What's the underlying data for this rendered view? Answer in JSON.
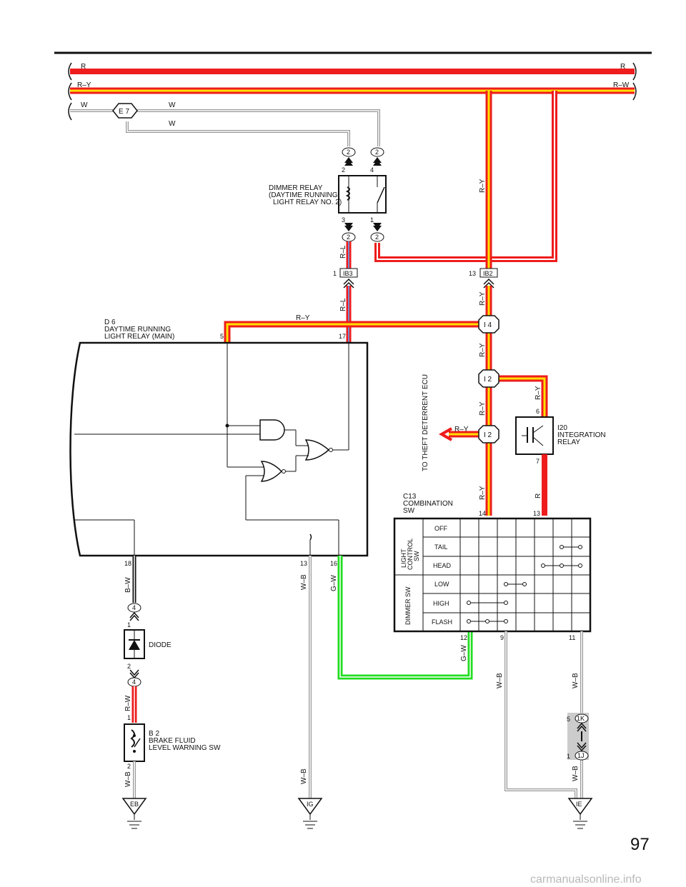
{
  "wires": {
    "r_left": "R",
    "r_right": "R",
    "ry_left": "R–Y",
    "rw_right": "R–W",
    "w_left": "W",
    "w_e7_right": "W",
    "w_lower": "W",
    "ry_vert_top": "R–Y",
    "ry_ib2_below": "R–Y",
    "ry_to_d6": "R–Y",
    "ry_i4_below": "R–Y",
    "ry_i2a_below": "R–Y",
    "ry_i2b_below": "R–Y",
    "ry_i20": "R–Y",
    "ry_theft": "R–Y",
    "r_i20": "R",
    "rl_upper": "R–L",
    "rl_lower": "R–L",
    "bw": "B–W",
    "rw_diode": "R–W",
    "wb_eb": "W–B",
    "wb_ig_top": "W–B",
    "wb_ig_bottom": "W–B",
    "gw_d6": "G–W",
    "gw_c13": "G–W",
    "wb_9": "W–B",
    "wb_11": "W–B",
    "wb_ie": "W–B"
  },
  "connectors": {
    "e7": "E 7",
    "relay_top_l": "2",
    "relay_top_r": "2",
    "relay_bot_l": "2",
    "relay_bot_r": "2",
    "ib3": "IB3",
    "ib2": "IB2",
    "i4": "I 4",
    "i2a": "I 2",
    "i2b": "I 2",
    "diode_top": "4",
    "diode_bot": "4",
    "c1k": "1K",
    "c1j": "1J"
  },
  "pins": {
    "relay_2": "2",
    "relay_4": "4",
    "relay_3": "3",
    "relay_1": "1",
    "ib3_1": "1",
    "ib2_13": "13",
    "d6_5": "5",
    "d6_17": "17",
    "d6_18": "18",
    "d6_13": "13",
    "d6_16": "16",
    "i20_6": "6",
    "i20_7": "7",
    "c13_14": "14",
    "c13_13": "13",
    "c13_12": "12",
    "c13_9": "9",
    "c13_11": "11",
    "diode_1": "1",
    "diode_2": "2",
    "b2_1": "1",
    "b2_2": "2",
    "j_5": "5",
    "j_1": "1"
  },
  "components": {
    "dimmer_relay": [
      "DIMMER RELAY",
      "(DAYTIME RUNNING",
      "LIGHT RELAY NO. 2)"
    ],
    "d6": [
      "D 6",
      "DAYTIME RUNNING",
      "LIGHT RELAY (MAIN)"
    ],
    "i20": [
      "I20",
      "INTEGRATION",
      "RELAY"
    ],
    "c13": [
      "C13",
      "COMBINATION",
      "SW"
    ],
    "diode": "DIODE",
    "b2": [
      "B 2",
      "BRAKE FLUID",
      "LEVEL WARNING SW"
    ],
    "theft": "TO THEFT DETERRENT ECU"
  },
  "switch_table": {
    "light_control_label": [
      "LIGHT",
      "CONTROL",
      "SW"
    ],
    "dimmer_label": "DIMMER SW",
    "rows": [
      "OFF",
      "TAIL",
      "HEAD",
      "LOW",
      "HIGH",
      "FLASH"
    ]
  },
  "grounds": {
    "eb": "EB",
    "ig": "IG",
    "ie": "IE"
  },
  "page_number": "97",
  "watermark": "carmanualsonline.info",
  "colors": {
    "red": "#ee1c1c",
    "yellow": "#ffe000",
    "green": "#22dd22",
    "wire_gray": "#888888",
    "shade": "#cccccc"
  }
}
